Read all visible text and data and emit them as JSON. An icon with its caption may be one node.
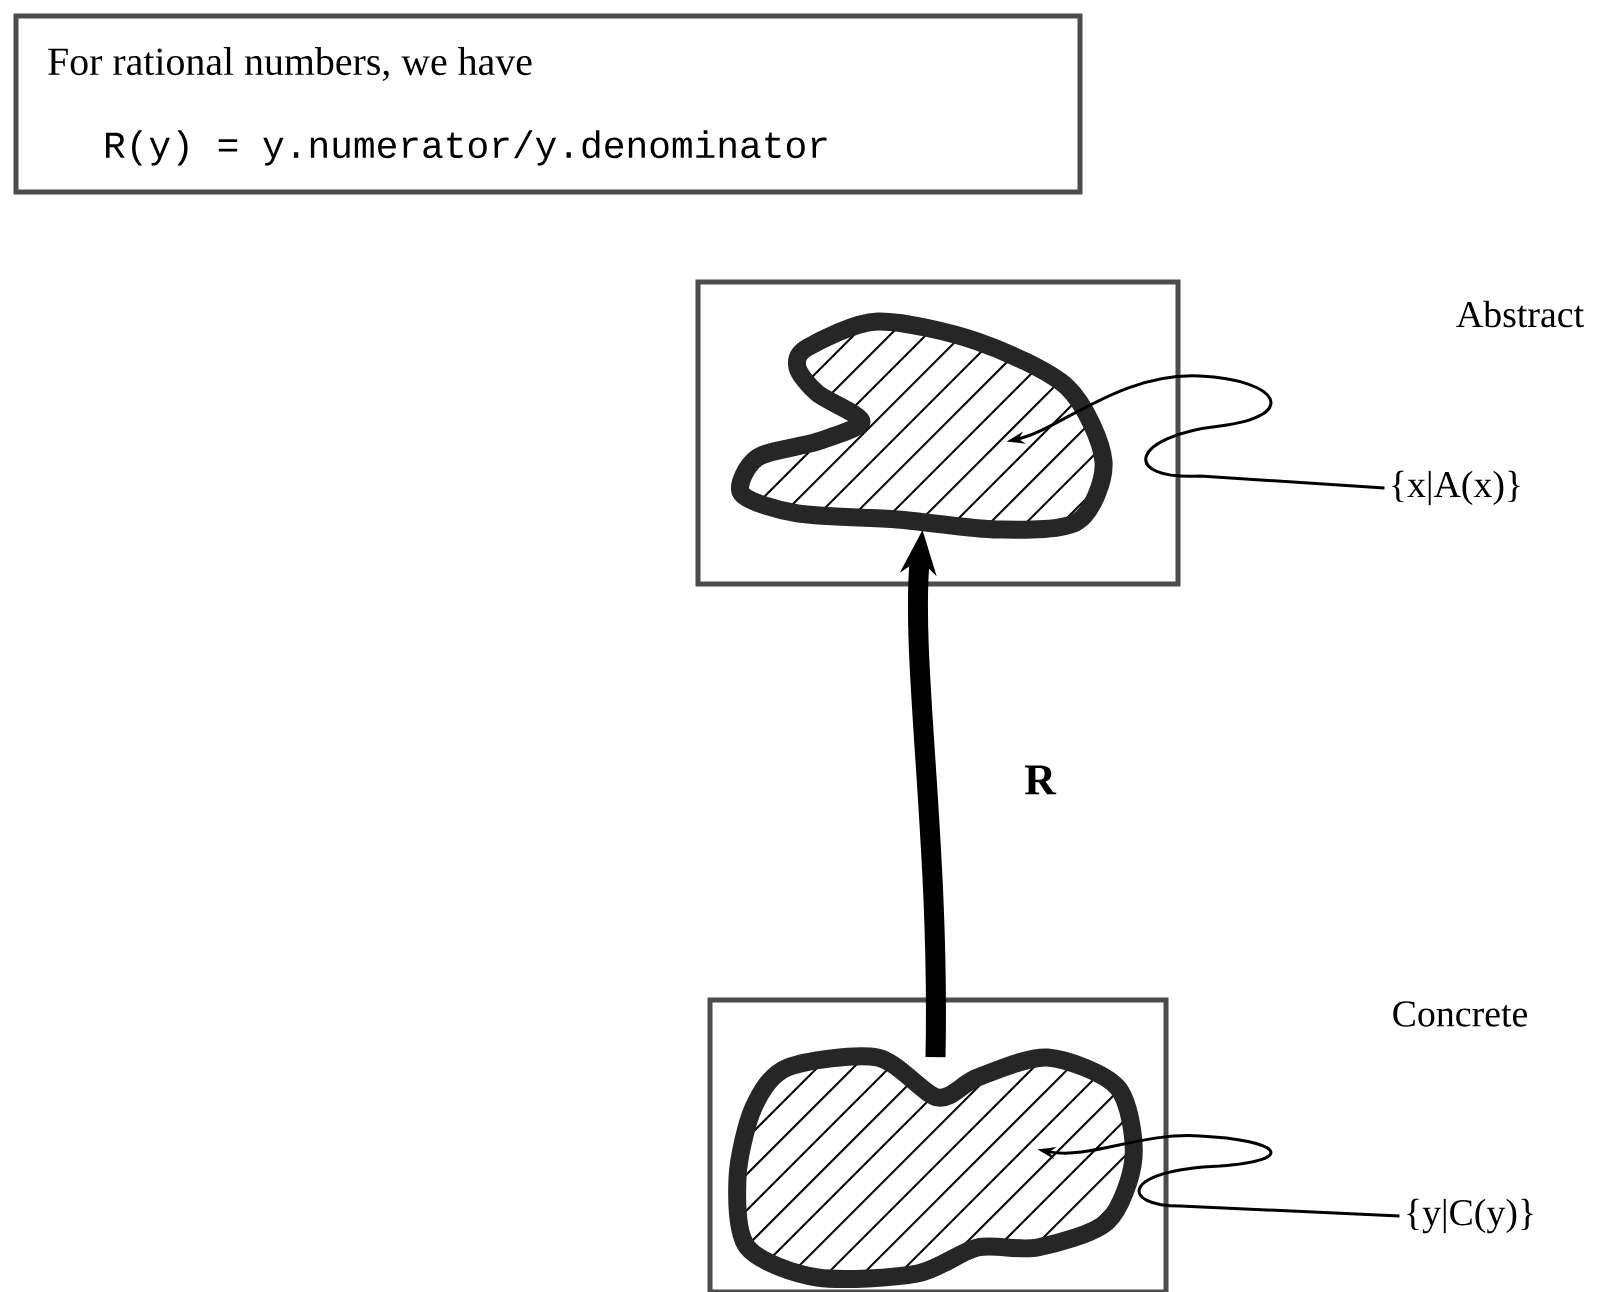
{
  "diagram": {
    "nodes": [
      {
        "text": [
          "For rational numbers, we have",
          "R(y) = y.numerator/y.denominator"
        ]
      },
      {
        "text": [],
        "shape": "box"
      },
      {
        "text": [],
        "shape": "cloud",
        "in": 1
      },
      {
        "text": [],
        "shape": "box"
      },
      {
        "text": [],
        "shape": "cloud",
        "in": 3
      },
      {
        "text": [
          "{x|A(x)}"
        ]
      },
      {
        "text": [
          "{y|C(y)}"
        ]
      }
    ],
    "edges": [
      {
        "from": 4,
        "to": 2,
        "arrow": "to",
        "label": "R",
        "style": "thick"
      },
      {
        "from": 5,
        "to": 2,
        "arrow": "to"
      },
      {
        "from": 6,
        "to": 4,
        "arrow": "to"
      }
    ],
    "labels": [
      "Abstract",
      "Concrete"
    ]
  }
}
